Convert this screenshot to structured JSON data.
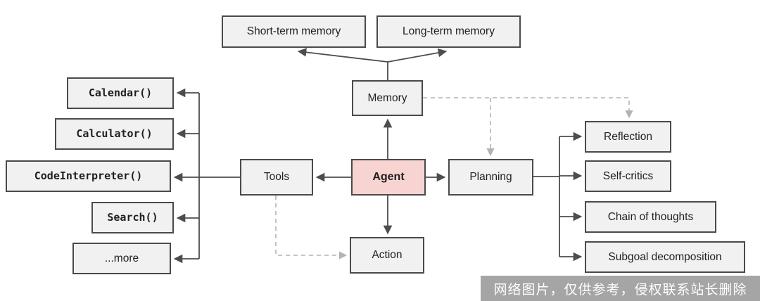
{
  "diagram": {
    "nodes": {
      "short_term": {
        "label": "Short-term memory"
      },
      "long_term": {
        "label": "Long-term memory"
      },
      "memory": {
        "label": "Memory"
      },
      "agent": {
        "label": "Agent"
      },
      "tools": {
        "label": "Tools"
      },
      "planning": {
        "label": "Planning"
      },
      "action": {
        "label": "Action"
      },
      "calendar": {
        "label": "Calendar()"
      },
      "calculator": {
        "label": "Calculator()"
      },
      "code_interpreter": {
        "label": "CodeInterpreter()"
      },
      "search": {
        "label": "Search()"
      },
      "more": {
        "label": "...more"
      },
      "reflection": {
        "label": "Reflection"
      },
      "self_critics": {
        "label": "Self-critics"
      },
      "chain_of_thoughts": {
        "label": "Chain of thoughts"
      },
      "subgoal": {
        "label": "Subgoal decomposition"
      }
    },
    "edges": [
      {
        "from": "Agent",
        "to": "Memory",
        "style": "solid"
      },
      {
        "from": "Agent",
        "to": "Tools",
        "style": "solid"
      },
      {
        "from": "Agent",
        "to": "Planning",
        "style": "solid"
      },
      {
        "from": "Agent",
        "to": "Action",
        "style": "solid"
      },
      {
        "from": "Memory",
        "to": "Short-term memory",
        "style": "solid"
      },
      {
        "from": "Memory",
        "to": "Long-term memory",
        "style": "solid"
      },
      {
        "from": "Tools",
        "to": "Calendar()",
        "style": "solid"
      },
      {
        "from": "Tools",
        "to": "Calculator()",
        "style": "solid"
      },
      {
        "from": "Tools",
        "to": "CodeInterpreter()",
        "style": "solid"
      },
      {
        "from": "Tools",
        "to": "Search()",
        "style": "solid"
      },
      {
        "from": "Tools",
        "to": "...more",
        "style": "solid"
      },
      {
        "from": "Planning",
        "to": "Reflection",
        "style": "solid"
      },
      {
        "from": "Planning",
        "to": "Self-critics",
        "style": "solid"
      },
      {
        "from": "Planning",
        "to": "Chain of thoughts",
        "style": "solid"
      },
      {
        "from": "Planning",
        "to": "Subgoal decomposition",
        "style": "solid"
      },
      {
        "from": "Memory",
        "to": "Planning",
        "style": "dashed"
      },
      {
        "from": "Memory",
        "to": "Reflection",
        "style": "dashed"
      },
      {
        "from": "Tools",
        "to": "Action",
        "style": "dashed"
      }
    ],
    "colors": {
      "box-bg": "#f1f1f1",
      "box-border": "#4a4a4a",
      "agent-bg": "#f7d4d2",
      "solid-arrow": "#4d4d4d",
      "dashed-arrow": "#b3b3b3"
    },
    "watermark": {
      "text": "网络图片，仅供参考，侵权联系站长删除"
    }
  }
}
